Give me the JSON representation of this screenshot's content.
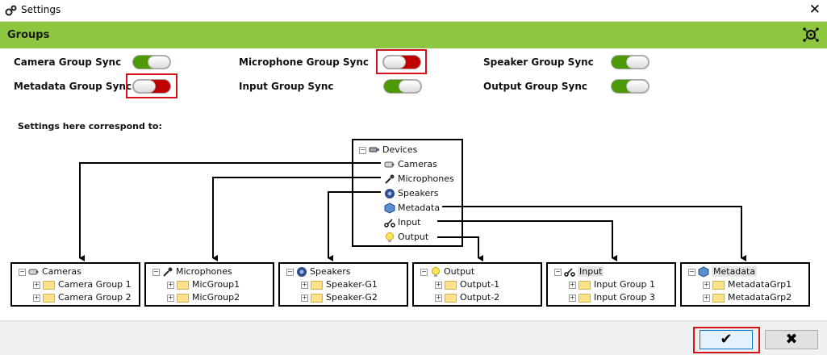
{
  "window": {
    "title": "Settings",
    "close_glyph": "✕"
  },
  "header": {
    "title": "Groups",
    "icon": "network-settings-icon"
  },
  "options": [
    {
      "label": "Camera Group Sync",
      "state": "on"
    },
    {
      "label": "Microphone Group Sync",
      "state": "off"
    },
    {
      "label": "Speaker Group Sync",
      "state": "on"
    },
    {
      "label": "Metadata Group Sync",
      "state": "off"
    },
    {
      "label": "Input Group Sync",
      "state": "on"
    },
    {
      "label": "Output Group Sync",
      "state": "on"
    }
  ],
  "correspond_label": "Settings here correspond to:",
  "devices_tree": {
    "root": "Devices",
    "items": [
      "Cameras",
      "Microphones",
      "Speakers",
      "Metadata",
      "Input",
      "Output"
    ]
  },
  "group_trees": [
    {
      "title": "Cameras",
      "children": [
        "Camera Group 1",
        "Camera Group 2"
      ]
    },
    {
      "title": "Microphones",
      "children": [
        "MicGroup1",
        "MicGroup2"
      ]
    },
    {
      "title": "Speakers",
      "children": [
        "Speaker-G1",
        "Speaker-G2"
      ]
    },
    {
      "title": "Output",
      "children": [
        "Output-1",
        "Output-2"
      ]
    },
    {
      "title": "Input",
      "children": [
        "Input Group 1",
        "Input Group 3"
      ]
    },
    {
      "title": "Metadata",
      "children": [
        "MetadataGrp1",
        "MetadataGrp2"
      ]
    }
  ],
  "footer": {
    "ok_glyph": "✔",
    "cancel_glyph": "✖"
  },
  "colors": {
    "header_green": "#8dc63f",
    "toggle_on": "#4e9a06",
    "toggle_off": "#c00000",
    "highlight": "#d3151b"
  }
}
